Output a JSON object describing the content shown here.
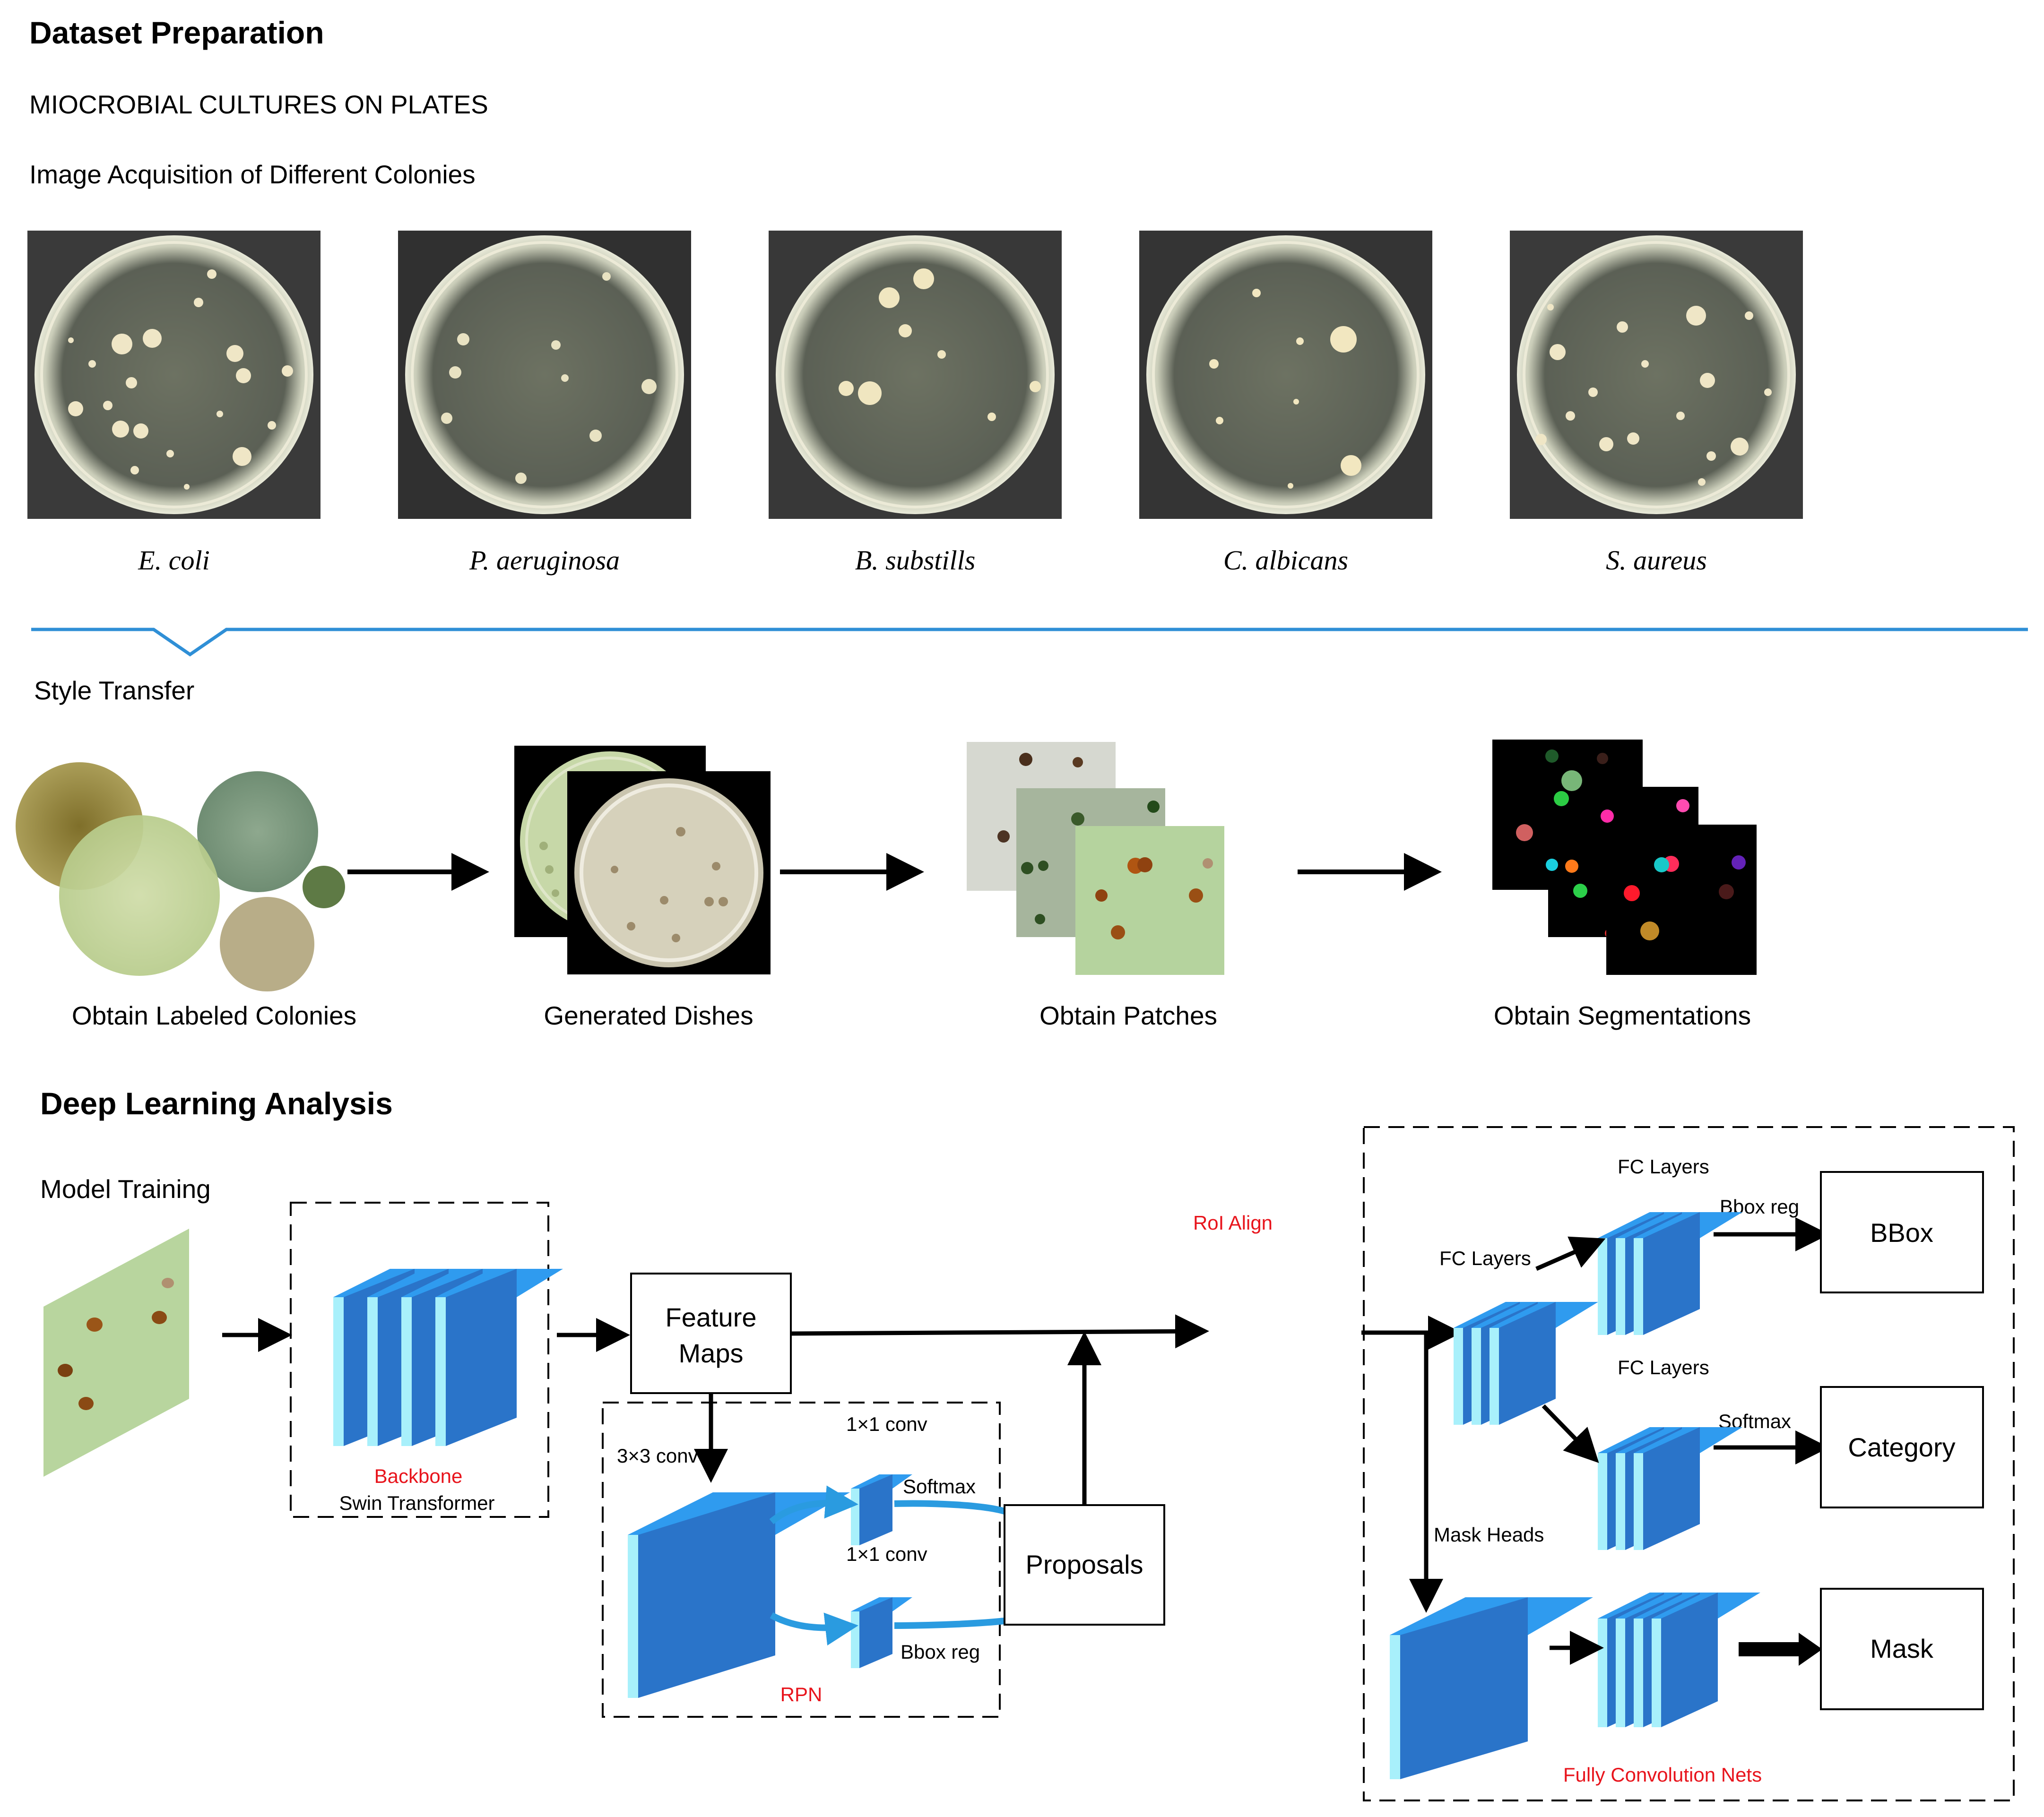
{
  "sections": {
    "dataset_title": "Dataset Preparation",
    "cultures_label": "MIOCROBIAL CULTURES ON  PLATES",
    "acquisition_label": "Image Acquisition of Different Colonies",
    "style_transfer_label": "Style Transfer",
    "deep_learning_title": "Deep Learning Analysis",
    "model_training_label": "Model Training"
  },
  "plates": [
    {
      "label": "E. coli"
    },
    {
      "label": "P. aeruginosa"
    },
    {
      "label": "B. substills"
    },
    {
      "label": "C. albicans"
    },
    {
      "label": "S. aureus"
    }
  ],
  "style_steps": [
    {
      "label": "Obtain Labeled Colonies"
    },
    {
      "label": "Generated Dishes"
    },
    {
      "label": "Obtain Patches"
    },
    {
      "label": "Obtain Segmentations"
    }
  ],
  "network": {
    "backbone": "Backbone",
    "backbone_sub": "Swin Transformer",
    "feature_maps_1": "Feature",
    "feature_maps_2": "Maps",
    "conv3": "3×3 conv",
    "conv1_top": "1×1 conv",
    "conv1_bottom": "1×1 conv",
    "softmax_rpn": "Softmax",
    "bbox_reg_rpn": "Bbox reg",
    "rpn": "RPN",
    "proposals": "Proposals",
    "roi_align": "RoI Align",
    "fc_layers_main": "FC Layers",
    "fc_layers_top": "FC Layers",
    "fc_layers_mid": "FC Layers",
    "bbox_reg_head": "Bbox reg",
    "softmax_head": "Softmax",
    "mask_heads": "Mask Heads",
    "fcn": "Fully Convolution Nets",
    "bbox_out": "BBox",
    "category_out": "Category",
    "mask_out": "Mask"
  },
  "colors": {
    "accent_line": "#2f8fd6",
    "highlight_text": "#e8141c",
    "layer_front": "#2a74c9",
    "layer_top": "#2f9bef",
    "layer_side": "#a8f0fb",
    "rpn_arrow": "#2a9be0"
  }
}
